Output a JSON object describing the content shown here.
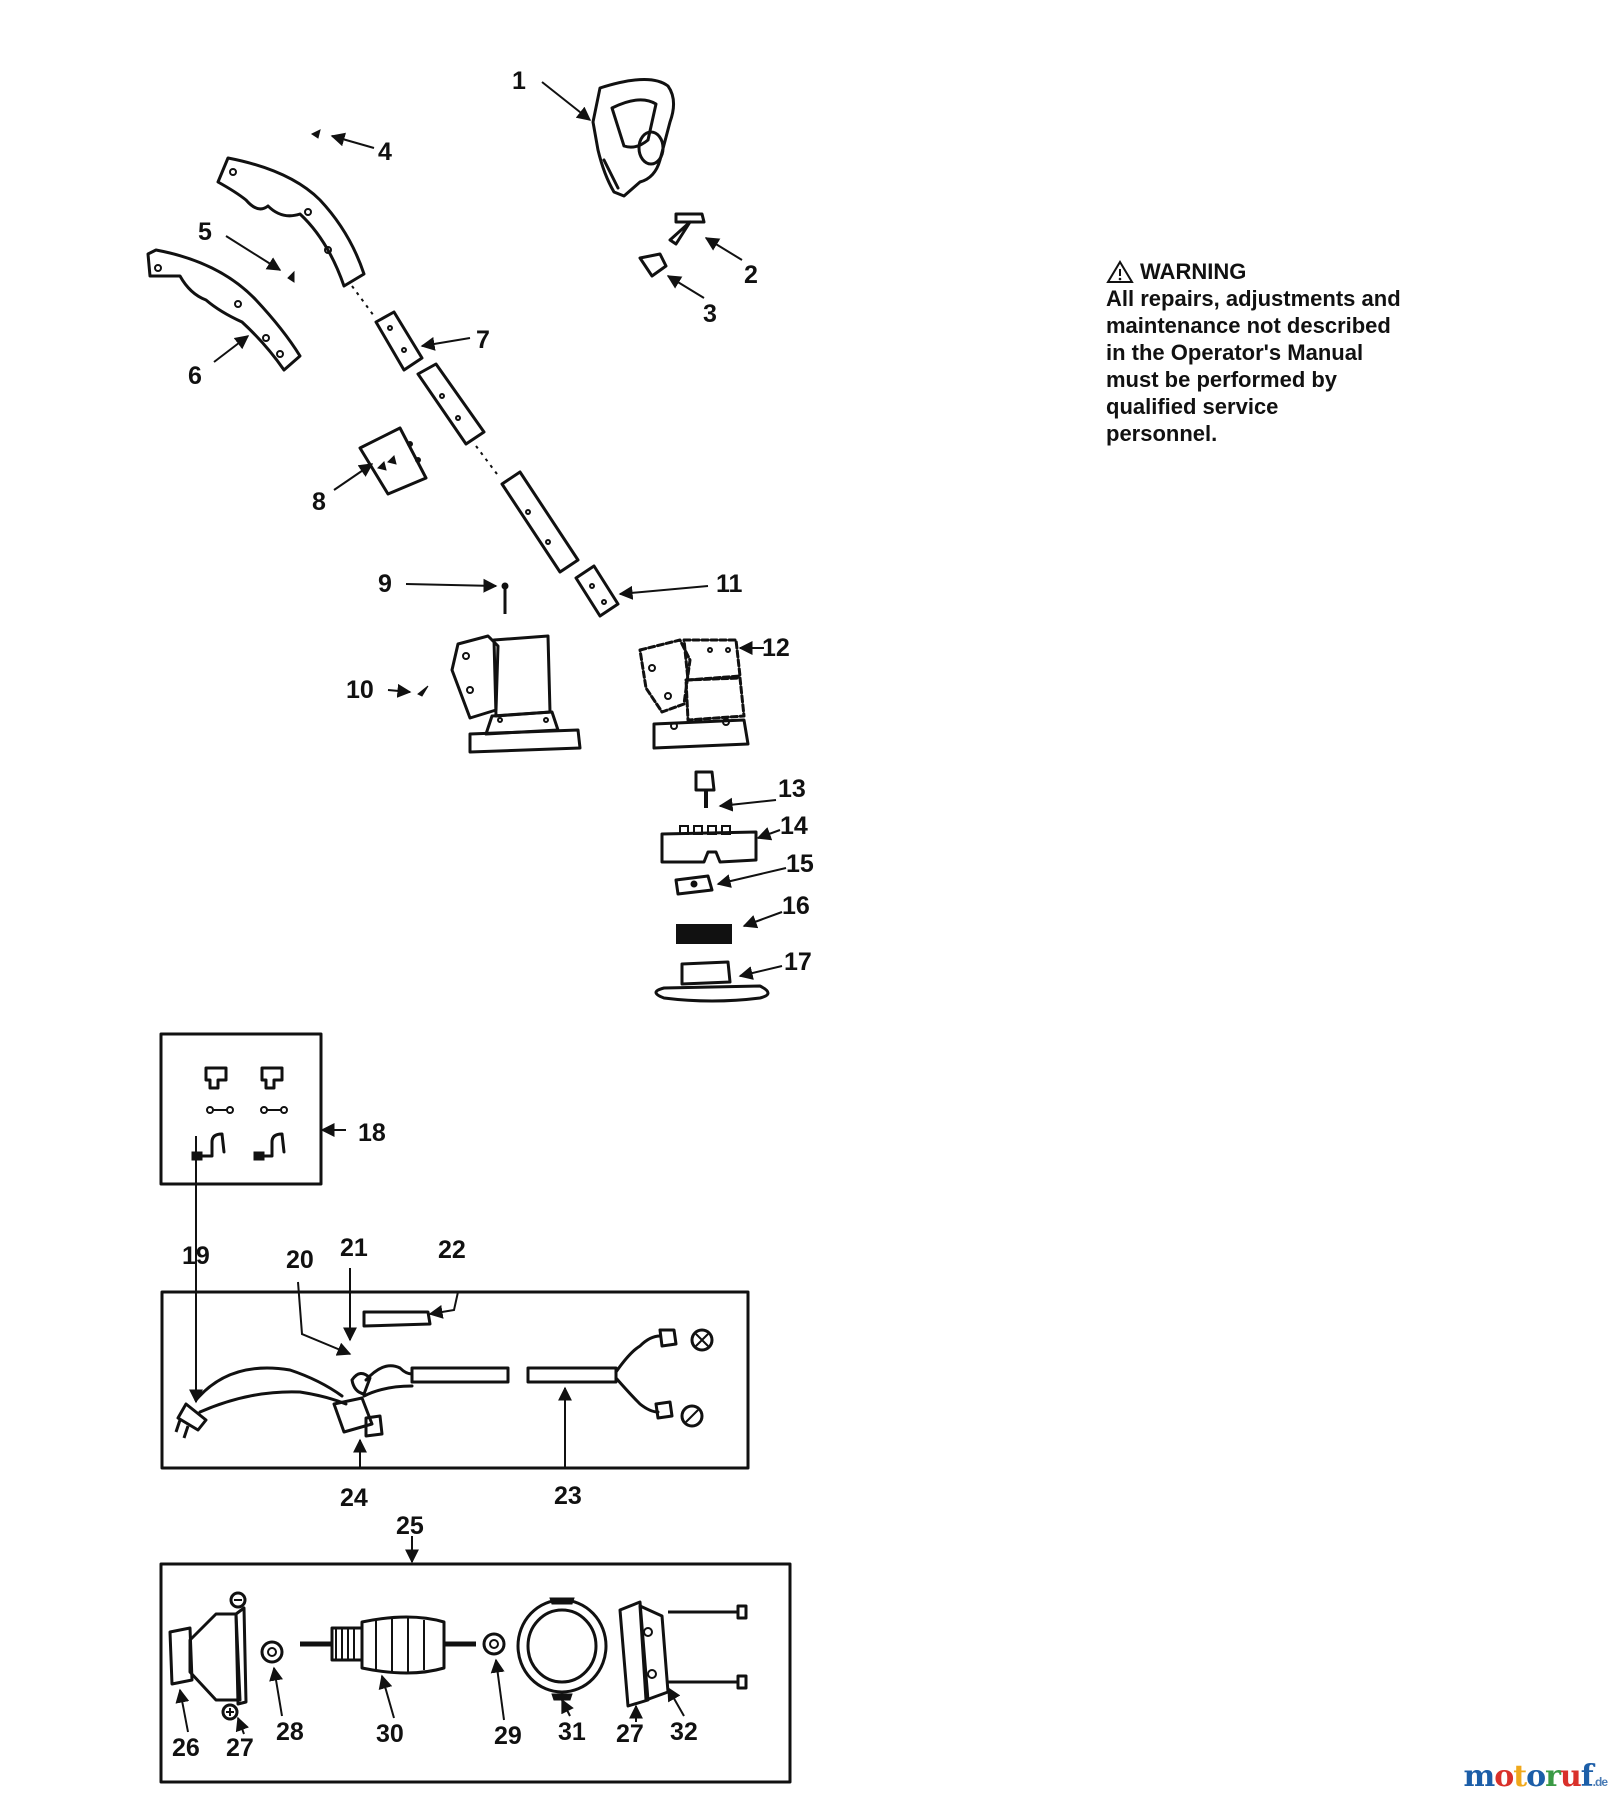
{
  "warning": {
    "title": "WARNING",
    "lines": [
      "All repairs, adjustments and",
      "maintenance not described",
      "in the Operator's Manual",
      "must be performed by",
      "qualified service",
      "personnel."
    ]
  },
  "brand": {
    "name_parts": [
      {
        "text": "m",
        "color": "#1c5ea8"
      },
      {
        "text": "o",
        "color": "#d9302a"
      },
      {
        "text": "t",
        "color": "#f0a81b"
      },
      {
        "text": "o",
        "color": "#1c5ea8"
      },
      {
        "text": "r",
        "color": "#3a9a45"
      },
      {
        "text": "u",
        "color": "#d9302a"
      },
      {
        "text": "f",
        "color": "#1c5ea8"
      }
    ],
    "suffix": ".de"
  },
  "callouts": {
    "c1": "1",
    "c2": "2",
    "c3": "3",
    "c4": "4",
    "c5": "5",
    "c6": "6",
    "c7": "7",
    "c8": "8",
    "c9": "9",
    "c10": "10",
    "c11": "11",
    "c12": "12",
    "c13": "13",
    "c14": "14",
    "c15": "15",
    "c16": "16",
    "c17": "17",
    "c18": "18",
    "c19": "19",
    "c20": "20",
    "c21": "21",
    "c22": "22",
    "c23": "23",
    "c24": "24",
    "c25": "25",
    "c26": "26",
    "c27a": "27",
    "c27b": "27",
    "c28": "28",
    "c29": "29",
    "c30": "30",
    "c31": "31",
    "c32": "32"
  }
}
